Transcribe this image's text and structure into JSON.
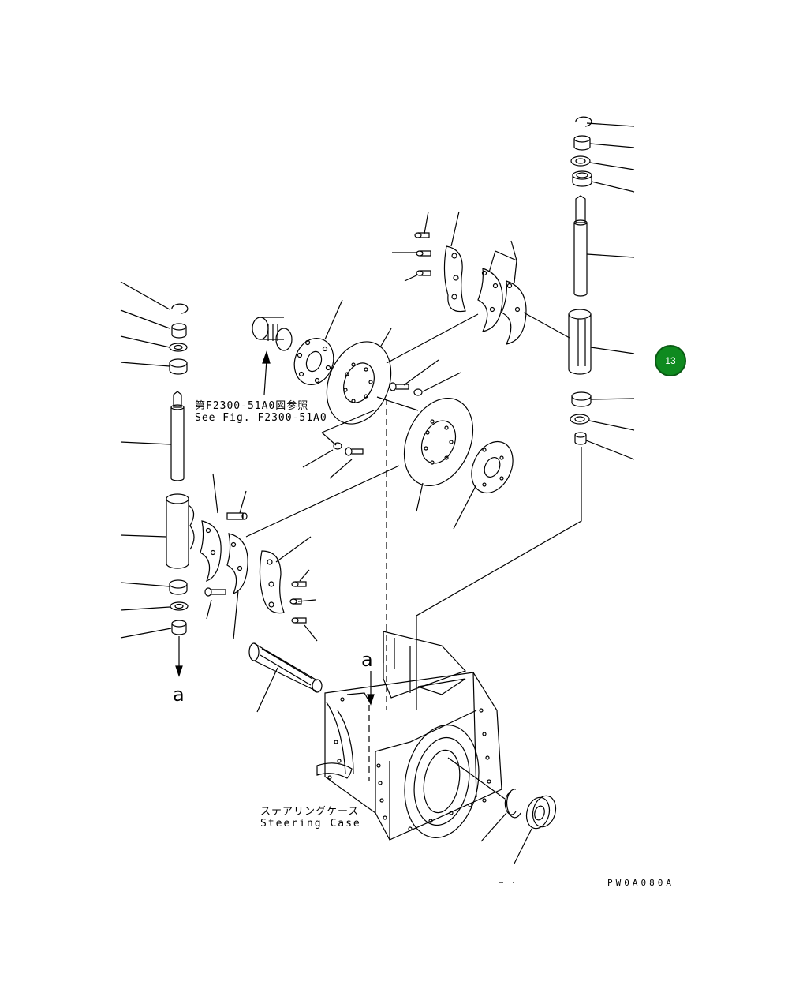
{
  "figure": {
    "ref_note_jp": "第F2300-51A0図参照",
    "ref_note_en": "See Fig. F2300-51A0",
    "case_label_jp": "ステアリングケース",
    "case_label_en": "Steering Case",
    "section_marker_left": "a",
    "section_marker_center": "a",
    "drawing_code": "PW0A080A"
  },
  "callout_badge": {
    "label": "13",
    "color": "#0f8a1f"
  }
}
